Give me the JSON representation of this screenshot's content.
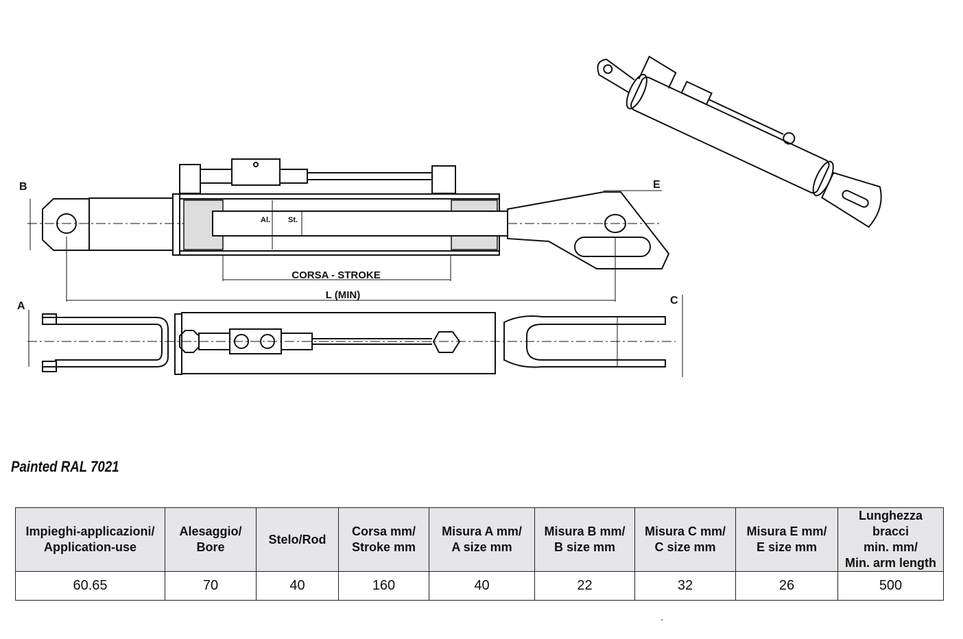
{
  "drawing": {
    "labels": {
      "B": "B",
      "E": "E",
      "A": "A",
      "C": "C",
      "stroke": "CORSA - STROKE",
      "length": "L (MIN)",
      "al": "Al.",
      "st": "St."
    }
  },
  "finish": "Painted RAL 7021",
  "table": {
    "headers": [
      [
        "Impieghi-applicazioni/",
        "Application-use"
      ],
      [
        "Alesaggio/",
        "Bore"
      ],
      [
        "Stelo/Rod"
      ],
      [
        "Corsa mm/",
        "Stroke mm"
      ],
      [
        "Misura A mm/",
        "A size mm"
      ],
      [
        "Misura B mm/",
        "B size mm"
      ],
      [
        "Misura C mm/",
        "C size mm"
      ],
      [
        "Misura E mm/",
        "E size mm"
      ],
      [
        "Lunghezza bracci",
        "min. mm/",
        "Min. arm length"
      ]
    ],
    "row": [
      "60.65",
      "70",
      "40",
      "160",
      "40",
      "22",
      "32",
      "26",
      "500"
    ]
  }
}
